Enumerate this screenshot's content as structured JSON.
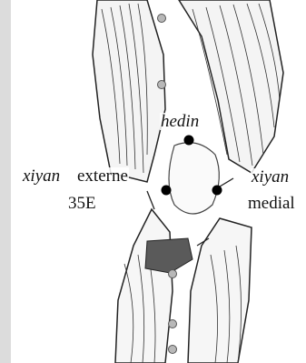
{
  "labels": {
    "hedin": "hedin",
    "xiyan_ext": "xiyan",
    "externe": "externe",
    "code_35e": "35E",
    "xiyan_med": "xiyan",
    "medial": "medial"
  },
  "colors": {
    "background": "#dcdcdc",
    "illustration_bg": "#ffffff",
    "point_filled": "#000000",
    "point_hollow": "#9a9a9a",
    "line": "#222222"
  },
  "points": {
    "hedin": "filled",
    "xiyan_externe": "filled",
    "xiyan_medial": "filled",
    "meridian_upper": "hollow",
    "meridian_lower": "hollow"
  }
}
